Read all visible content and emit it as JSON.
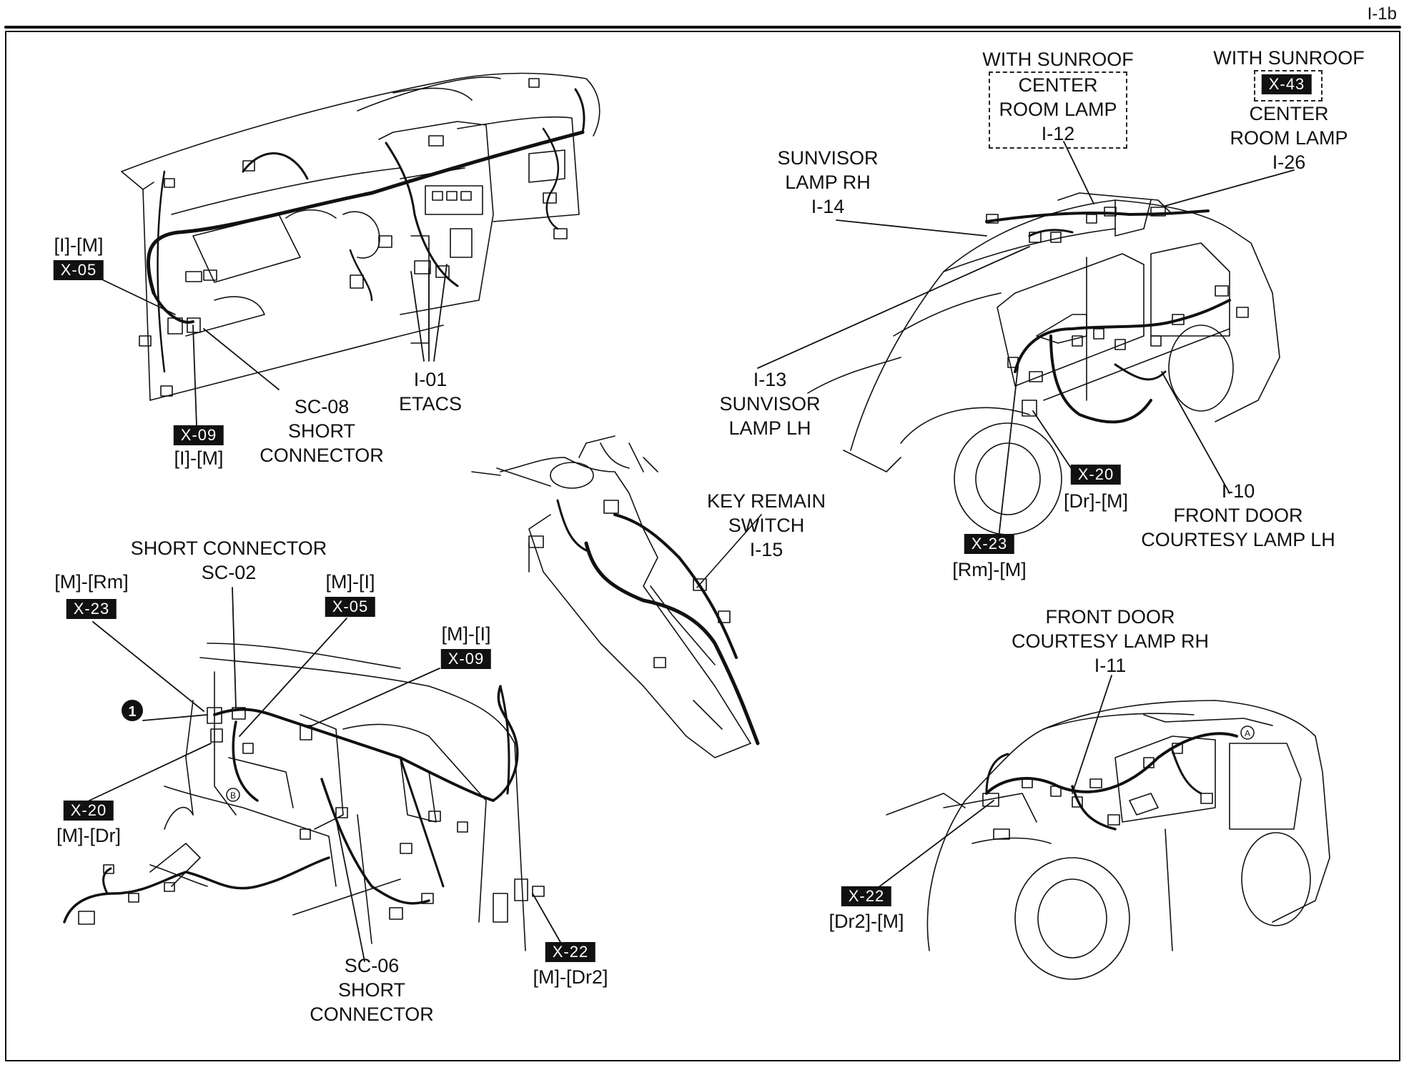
{
  "page": {
    "number": "I-1b"
  },
  "callouts": {
    "top_left_im": {
      "lines": [
        "[I]-[M]"
      ],
      "tag": "X-05"
    },
    "x09_im": {
      "tag": "X-09",
      "lines": [
        "[I]-[M]"
      ]
    },
    "sc08": {
      "lines": [
        "SC-08",
        "SHORT",
        "CONNECTOR"
      ]
    },
    "i01": {
      "lines": [
        "I-01",
        "ETACS"
      ]
    },
    "with_sunroof_1": {
      "lines": [
        "WITH SUNROOF"
      ]
    },
    "center_room_lamp_i12": {
      "lines": [
        "CENTER",
        "ROOM LAMP",
        "I-12"
      ]
    },
    "with_sunroof_2": {
      "lines": [
        "WITH SUNROOF"
      ],
      "tag": "X-43"
    },
    "center_room_lamp_i26": {
      "lines": [
        "CENTER",
        "ROOM LAMP",
        "I-26"
      ]
    },
    "sunvisor_rh": {
      "lines": [
        "SUNVISOR",
        "LAMP RH",
        "I-14"
      ]
    },
    "sunvisor_lh": {
      "lines": [
        "I-13",
        "SUNVISOR",
        "LAMP LH"
      ]
    },
    "key_remain": {
      "lines": [
        "KEY REMAIN",
        "SWITCH",
        "I-15"
      ]
    },
    "x20_drm": {
      "tag": "X-20",
      "lines": [
        "[Dr]-[M]"
      ]
    },
    "front_door_lh": {
      "lines": [
        "I-10",
        "FRONT DOOR",
        "COURTESY LAMP LH"
      ]
    },
    "x23_rmm": {
      "tag": "X-23",
      "lines": [
        "[Rm]-[M]"
      ]
    },
    "short_connector_sc02": {
      "lines": [
        "SHORT CONNECTOR",
        "SC-02"
      ]
    },
    "m_rm": {
      "lines": [
        "[M]-[Rm]"
      ],
      "tag": "X-23"
    },
    "m_i_x05": {
      "lines": [
        "[M]-[I]"
      ],
      "tag": "X-05"
    },
    "m_i_x09": {
      "lines": [
        "[M]-[I]"
      ],
      "tag": "X-09"
    },
    "x20_mdr": {
      "tag": "X-20",
      "lines": [
        "[M]-[Dr]"
      ]
    },
    "sc06": {
      "lines": [
        "SC-06",
        "SHORT",
        "CONNECTOR"
      ]
    },
    "x22_mdr2": {
      "tag": "X-22",
      "lines": [
        "[M]-[Dr2]"
      ]
    },
    "front_door_rh": {
      "lines": [
        "FRONT DOOR",
        "COURTESY LAMP RH",
        "I-11"
      ]
    },
    "x22_dr2m": {
      "tag": "X-22",
      "lines": [
        "[Dr2]-[M]"
      ]
    }
  },
  "markers": {
    "circle_one": "1",
    "circle_b": "B",
    "circle_a": "A"
  }
}
